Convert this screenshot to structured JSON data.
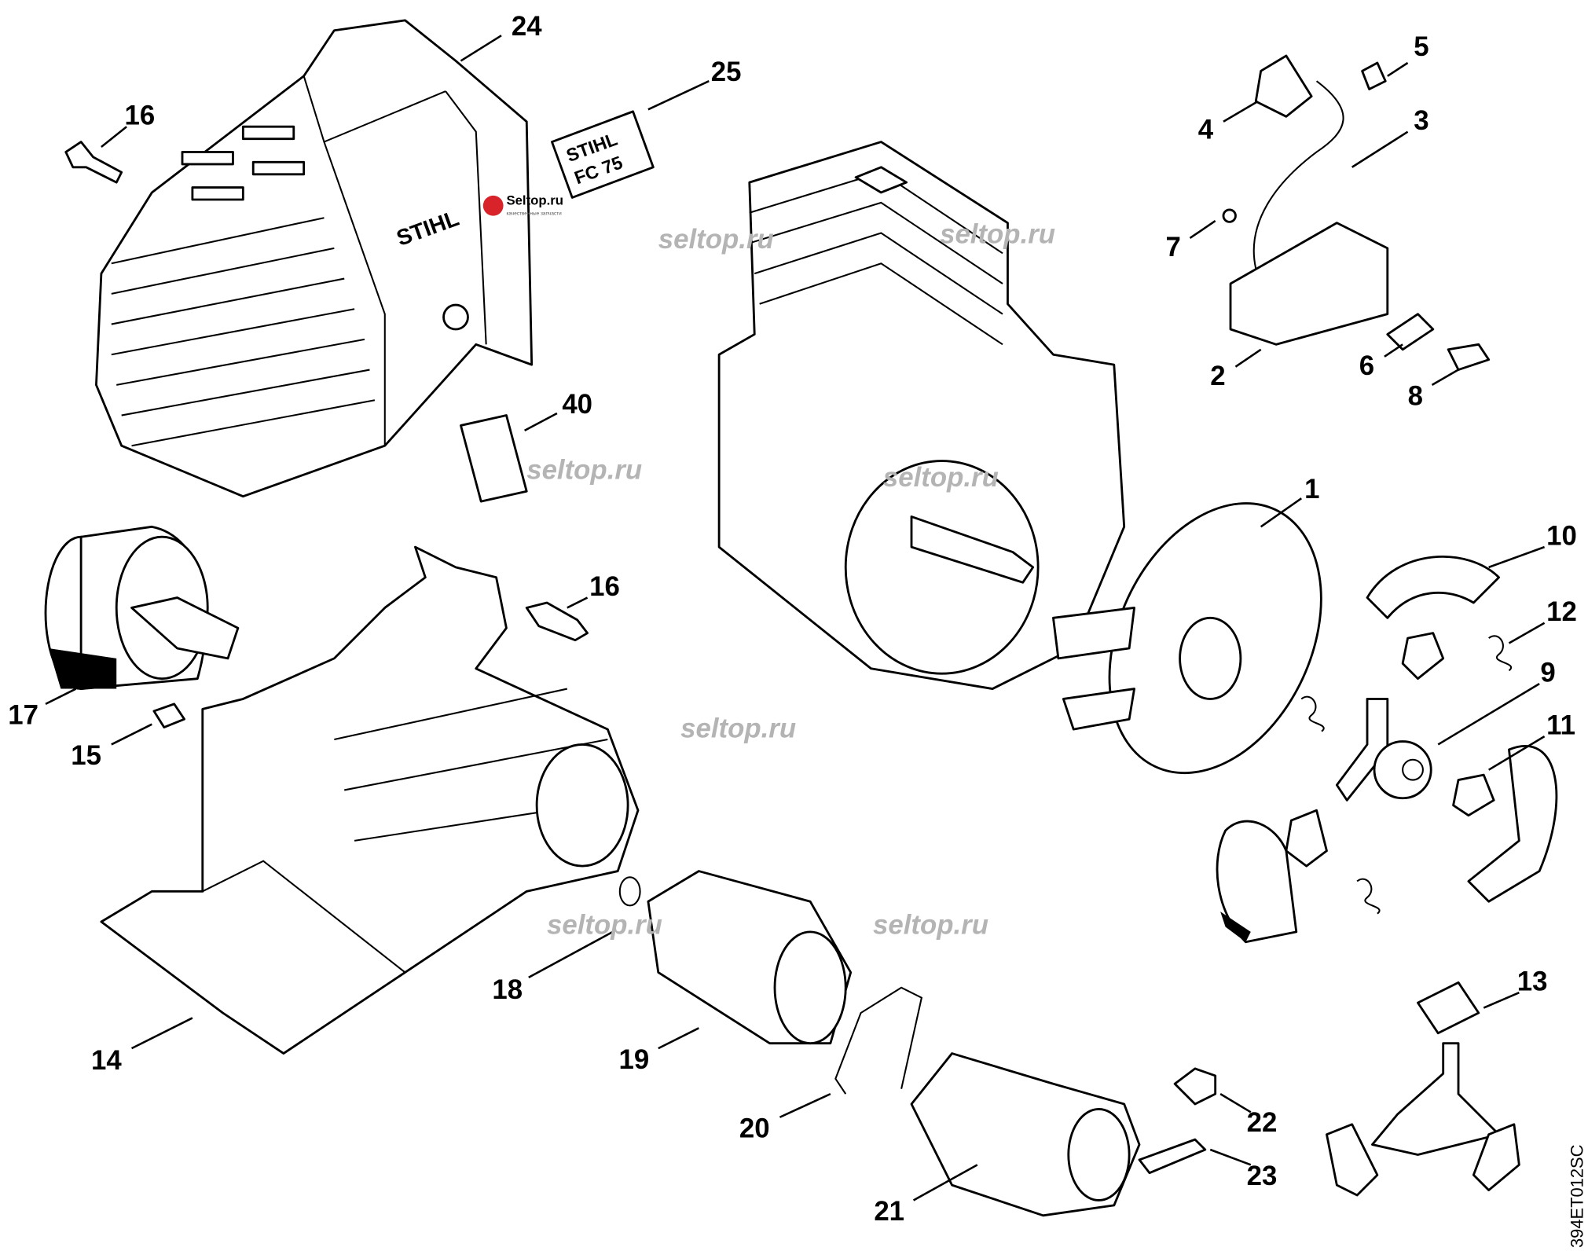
{
  "drawing_code": "394ET012SC",
  "watermark_text": "seltop.ru",
  "logo": {
    "text": "Seltop.ru",
    "tagline": "качественные запчасти",
    "color": "#d9232a"
  },
  "cover_brand": "STIHL",
  "decal": {
    "line1": "STIHL",
    "line2": "FC 75"
  },
  "callouts": [
    "24",
    "25",
    "16",
    "5",
    "4",
    "3",
    "7",
    "2",
    "6",
    "8",
    "40",
    "1",
    "10",
    "12",
    "9",
    "11",
    "16",
    "17",
    "15",
    "18",
    "14",
    "19",
    "13",
    "20",
    "22",
    "23",
    "21"
  ]
}
